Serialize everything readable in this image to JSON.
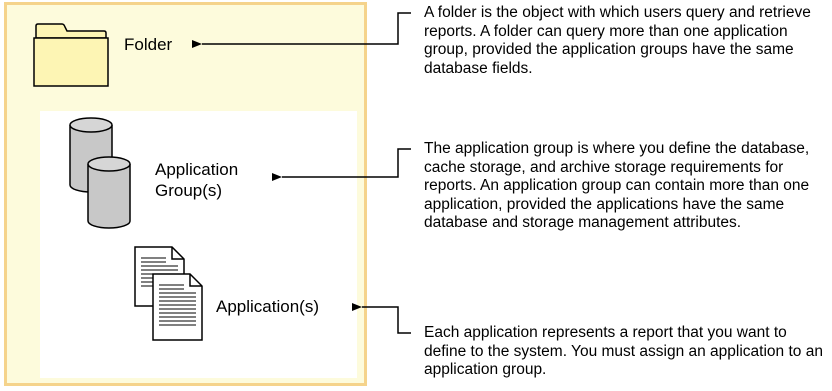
{
  "labels": {
    "folder": "Folder",
    "application_group_line1": "Application",
    "application_group_line2": "Group(s)",
    "application": "Application(s)"
  },
  "descriptions": {
    "folder": "A folder is the object with which users query and retrieve reports. A folder can query more than one application group, provided the application groups have the same database fields.",
    "application_group": "The application group is where you define the database, cache storage, and archive storage requirements for reports. An application group can contain more than one application, provided the applications have the same database and storage management attributes.",
    "application": "Each application represents a report that you want to define to the system. You must assign an application to an application group."
  },
  "colors": {
    "folder_fill": "#fdf5b4",
    "outer_box_fill": "#fdfbdc",
    "outer_box_border": "#f5d38b",
    "cylinder_fill": "#c8c8c8",
    "line": "#000000"
  },
  "icons": [
    "folder-icon",
    "database-cylinder-icon",
    "document-icon"
  ]
}
